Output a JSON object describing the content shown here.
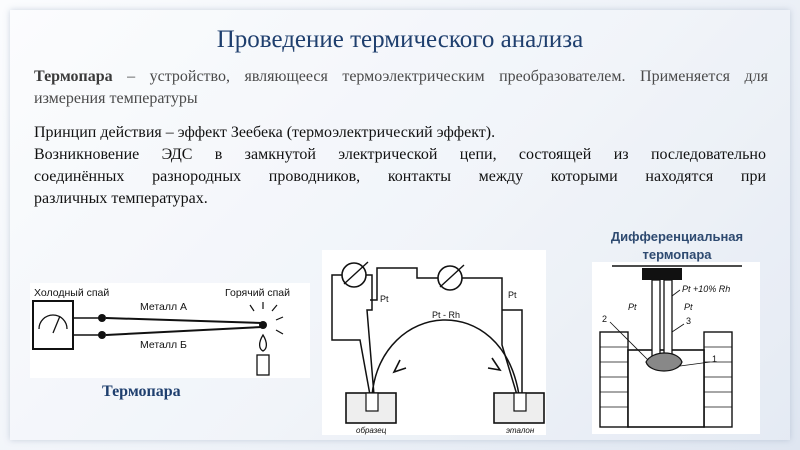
{
  "title": "Проведение термического анализа",
  "intro": {
    "term": "Термопара",
    "definition": " – устройство, являющееся термоэлектрическим преобразователем. Применяется для измерения температуры"
  },
  "principle": {
    "line1": "Принцип действия – эффект Зеебека (термоэлектрический эффект).",
    "line2": "Возникновение ЭДС в замкнутой электрической цепи, состоящей из последовательно",
    "line3": "соединённых разнородных проводников, контакты между которыми находятся при",
    "line4": "различных температурах."
  },
  "diagram1": {
    "cold_junction": "Холодный спай",
    "hot_junction": "Горячий спай",
    "metal_a": "Металл А",
    "metal_b": "Металл Б",
    "caption": "Термопара"
  },
  "diagram2": {
    "pt_left": "Pt",
    "pt_right": "Pt",
    "pt_rh": "Pt - Rh",
    "sample": "образец",
    "reference": "эталон"
  },
  "diagram3": {
    "caption_line1": "Дифференциальная",
    "caption_line2": "термопара",
    "pt_rh_label": "Pt +10% Rh",
    "pt_label_1": "Pt",
    "pt_label_2": "Pt",
    "num_1": "1",
    "num_2": "2",
    "num_3": "3"
  }
}
